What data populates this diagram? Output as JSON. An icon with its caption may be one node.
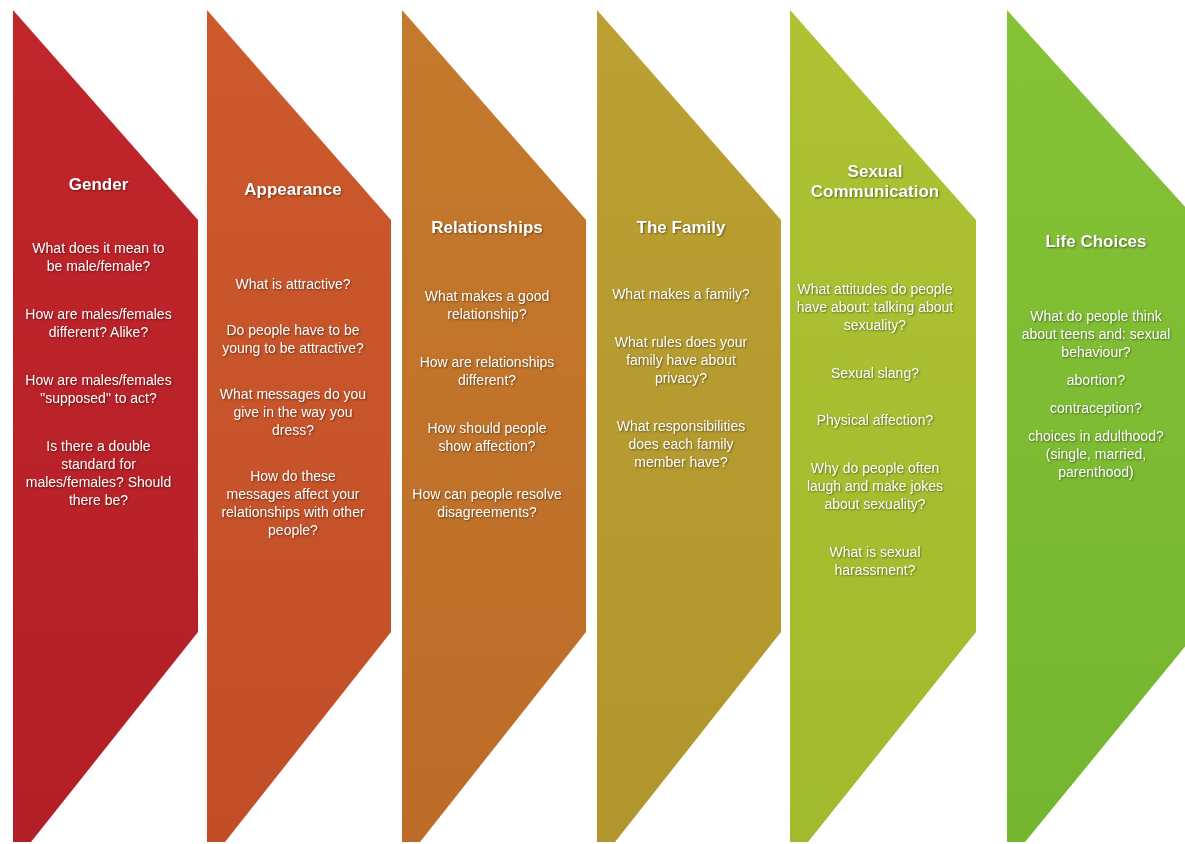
{
  "diagram": {
    "nodes": [
      {
        "text": [
          "Gender",
          "What does it mean to be male/female?",
          "How are males/females different? Alike?",
          "How are males/females \"supposed\" to act?",
          "Is there a double standard for males/females? Should there be?"
        ]
      },
      {
        "text": [
          "Appearance",
          "What is attractive?",
          "Do people have to be young to be attractive?",
          "What messages do you give in the way you dress?",
          "How do these messages affect your relationships with other people?"
        ]
      },
      {
        "text": [
          "Relationships",
          "What makes a good relationship?",
          "How are relationships different?",
          "How should people show affection?",
          "How can people resolve disagreements?"
        ]
      },
      {
        "text": [
          "The Family",
          "What makes a family?",
          "What rules does your family have about privacy?",
          "What responsibilities does each family member have?"
        ]
      },
      {
        "text": [
          "Sexual Communication",
          "What attitudes do people have about: talking about sexuality?",
          "Sexual slang?",
          "Physical affection?",
          "Why do people often laugh and make jokes about sexuality?",
          "What is sexual harassment?"
        ]
      },
      {
        "text": [
          "Life Choices",
          "What do people think about teens and: sexual behaviour?",
          "abortion?",
          "contraception?",
          "choices in adulthood? (single, married, parenthood)"
        ]
      }
    ]
  }
}
